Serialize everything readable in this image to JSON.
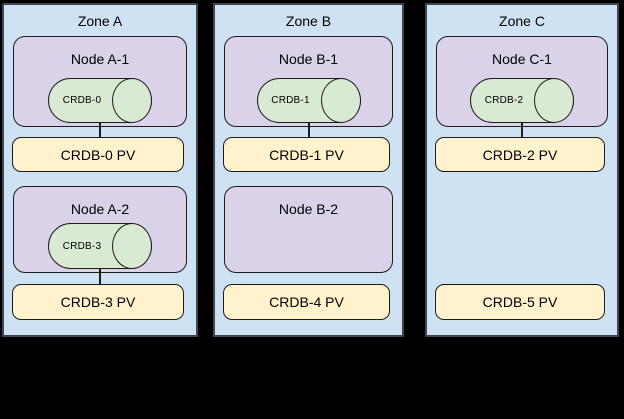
{
  "diagram": {
    "description_visible_text_only": "",
    "colors": {
      "canvas_bg": "#000000",
      "zone_bg": "#cfe2f3",
      "zone_border": "#3e4653",
      "node_bg": "#d9d2e9",
      "cylinder_bg": "#d9ead3",
      "pv_bg": "#fff2cc",
      "shape_border": "#1c1c1c"
    }
  },
  "colors": {
    "canvas_bg": "#000000",
    "zone_bg": "#cfe2f3",
    "zone_border": "#3e4653",
    "node_bg": "#d9d2e9",
    "cylinder_bg": "#d9ead3",
    "pv_bg": "#fff2cc",
    "shape_border": "#1c1c1c"
  },
  "zones": [
    {
      "label": "Zone A",
      "nodes": [
        {
          "label": "Node A-1",
          "pod": "CRDB-0",
          "pv": "CRDB-0 PV",
          "has_connector": true
        },
        {
          "label": "Node A-2",
          "pod": "CRDB-3",
          "pv": "CRDB-3 PV",
          "has_connector": true
        }
      ]
    },
    {
      "label": "Zone B",
      "nodes": [
        {
          "label": "Node B-1",
          "pod": "CRDB-1",
          "pv": "CRDB-1 PV",
          "has_connector": true
        },
        {
          "label": "Node B-2",
          "pv": "CRDB-4 PV",
          "has_connector": false
        }
      ]
    },
    {
      "label": "Zone C",
      "nodes": [
        {
          "label": "Node C-1",
          "pod": "CRDB-2",
          "pv": "CRDB-2 PV",
          "has_connector": true
        },
        {
          "pv": "CRDB-5 PV",
          "has_connector": false
        }
      ]
    }
  ]
}
